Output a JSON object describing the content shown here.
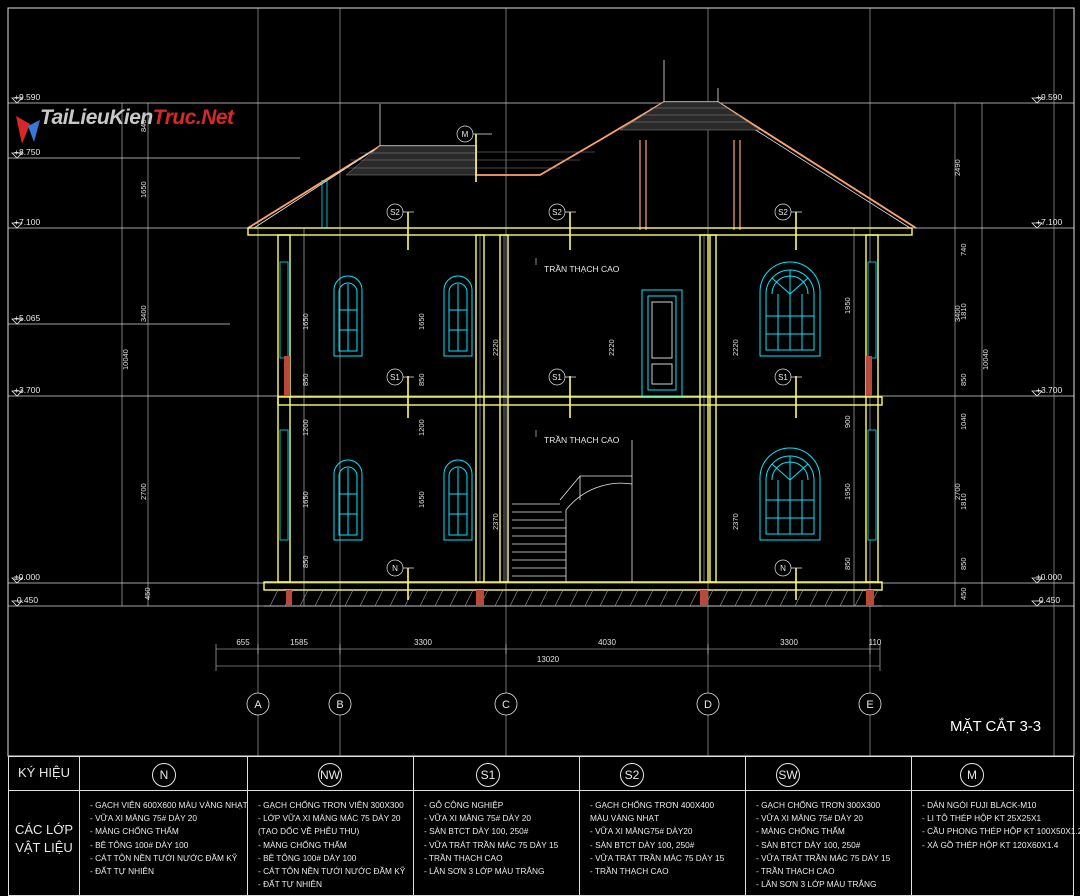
{
  "watermark": {
    "part1": "TaiLieuKien",
    "part2": "Truc.Net"
  },
  "title": "MẶT CẮT 3-3",
  "levels_left": [
    "+9.590",
    "+8.750",
    "+7.100",
    "+5.065",
    "+3.700",
    "±0.000",
    "-0.450"
  ],
  "levels_right": [
    "+9.590",
    "+7.100",
    "+3.700",
    "±0.000",
    "-0.450"
  ],
  "axes": [
    "A",
    "B",
    "C",
    "D",
    "E"
  ],
  "dims_bottom": [
    "655",
    "1585",
    "3300",
    "4030",
    "3300",
    "110"
  ],
  "dim_total": "13020",
  "dims_left_overall": [
    "10040",
    "3400",
    "2700",
    "1650",
    "840"
  ],
  "dims_left_detail": [
    "1650",
    "850",
    "1200",
    "1650",
    "850",
    "450"
  ],
  "dims_right": [
    "2490",
    "740",
    "3400",
    "1810",
    "850",
    "1040",
    "2700",
    "1810",
    "850",
    "450",
    "10040"
  ],
  "dims_inner": [
    "1650",
    "850",
    "1200",
    "1650",
    "2220",
    "2220",
    "2220",
    "2370",
    "2370",
    "1950",
    "900",
    "1950",
    "850"
  ],
  "room_labels": [
    "TRẦN THẠCH CAO",
    "TRẦN THẠCH CAO"
  ],
  "tags": [
    "M",
    "S2",
    "S2",
    "S2",
    "S1",
    "S1",
    "S1",
    "N",
    "N"
  ],
  "legend": {
    "symbol_label": "KÝ HIỆU",
    "layers_label": "CÁC LỚP VẬT LIỆU",
    "columns": [
      {
        "symbol": "N",
        "items": [
          "- GẠCH VIÊN 600X600 MÀU VÀNG NHẠT",
          "- VỮA XI MĂNG 75# DÀY 20",
          "- MÀNG CHỐNG THẤM",
          "- BÊ TÔNG 100# DÀY 100",
          "- CÁT TÔN NỀN TƯỚI NƯỚC ĐẦM KỸ",
          "- ĐẤT TỰ NHIÊN"
        ]
      },
      {
        "symbol": "NW",
        "items": [
          "- GẠCH CHỐNG TRƠN VIÊN 300X300",
          "- LỚP VỮA XI MĂNG MÁC 75 DÀY 20",
          "(TẠO DỐC VỀ PHỄU THU)",
          "- MÀNG CHỐNG THẤM",
          "- BÊ TÔNG 100# DÀY 100",
          "- CÁT TÔN NỀN TƯỚI NƯỚC ĐẦM KỸ",
          "- ĐẤT TỰ NHIÊN"
        ]
      },
      {
        "symbol": "S1",
        "items": [
          "- GỖ CÔNG NGHIỆP",
          "- VỮA XI MĂNG 75# DÀY 20",
          "- SÀN BTCT DÀY 100, 250#",
          "- VỮA TRÁT TRẦN MÁC 75 DÀY 15",
          "- TRẦN THẠCH CAO",
          "- LĂN SƠN 3 LỚP MÀU TRẮNG"
        ]
      },
      {
        "symbol": "S2",
        "items": [
          "- GẠCH CHỐNG TRƠN 400X400",
          "MÀU VÀNG NHẠT",
          "- VỮA XI MĂNG75# DÀY20",
          "- SÀN BTCT DÀY 100, 250#",
          "- VỮA TRÁT TRẦN MÁC 75 DÀY 15",
          "- TRẦN THẠCH CAO"
        ]
      },
      {
        "symbol": "SW",
        "items": [
          "- GẠCH CHỐNG TRƠN 300X300",
          "- VỮA XI MĂNG 75# DÀY 20",
          "- MÀNG CHỐNG THẤM",
          "- SÀN BTCT DÀY 100, 250#",
          "- VỮA TRÁT TRẦN MÁC 75 DÀY 15",
          "- TRẦN THẠCH CAO",
          "- LĂN SƠN 3 LỚP MÀU TRẮNG"
        ]
      },
      {
        "symbol": "M",
        "items": [
          "- DÁN NGÓI FUJI BLACK-M10",
          "- LI TÔ THÉP HỘP KT 25X25X1",
          "- CẦU PHONG THÉP HỘP KT 100X50X1.2",
          "- XÀ GỒ THÉP HỘP KT 120X60X1.4"
        ]
      }
    ]
  },
  "colors": {
    "wall": "#ffff66",
    "line": "#e8e8e8",
    "accent": "#00e5ff",
    "hatch": "#9a9a9a",
    "watermark_red": "#d62828"
  }
}
